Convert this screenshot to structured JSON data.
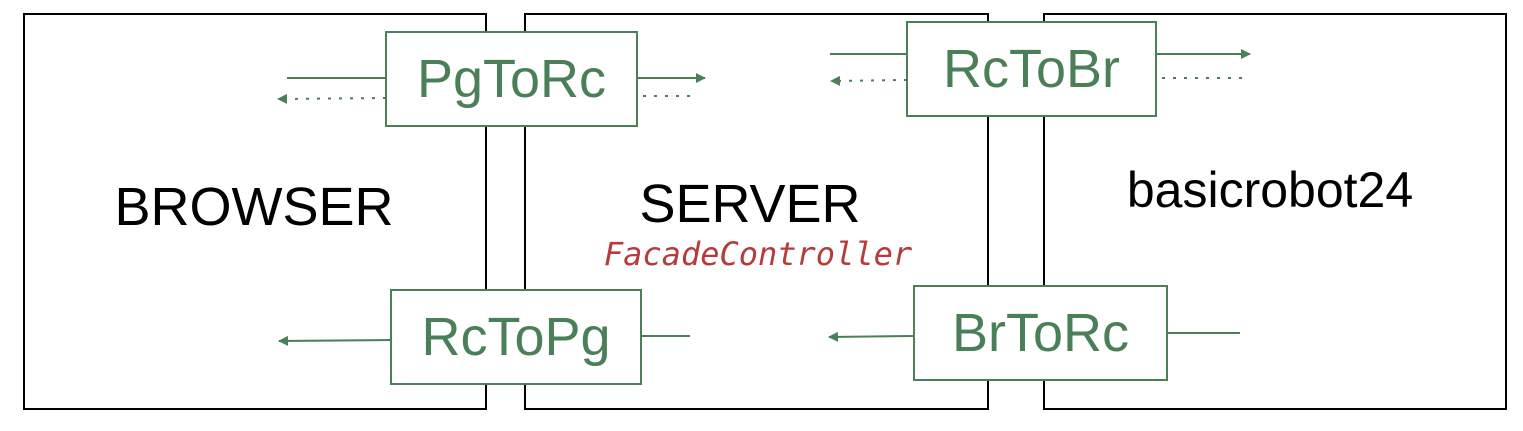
{
  "components": {
    "browser": {
      "label": "BROWSER"
    },
    "server": {
      "label": "SERVER",
      "note": "FacadeController"
    },
    "robot": {
      "label": "basicrobot24"
    }
  },
  "connectors": {
    "pg_to_rc": {
      "label": "PgToRc"
    },
    "rc_to_br": {
      "label": "RcToBr"
    },
    "rc_to_pg": {
      "label": "RcToPg"
    },
    "br_to_rc": {
      "label": "BrToRc"
    }
  },
  "colors": {
    "box_border": "#000000",
    "connector": "#4a7f57",
    "note": "#b83a3a"
  }
}
